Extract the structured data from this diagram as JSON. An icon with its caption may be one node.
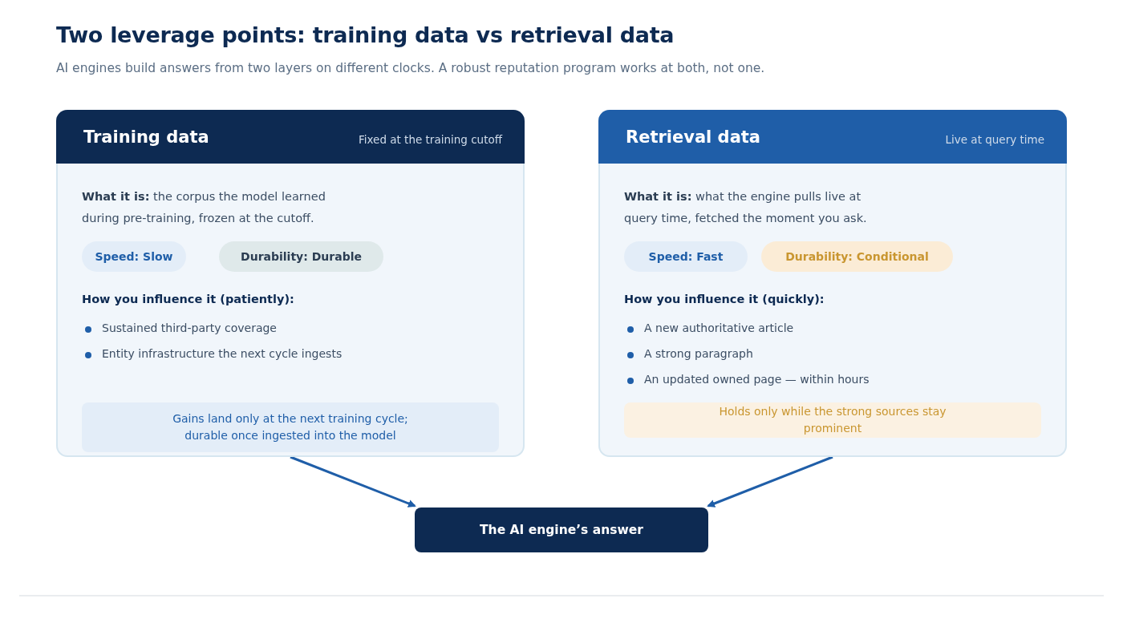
{
  "diagram": {
    "title": "Two leverage points: training data vs retrieval data",
    "caption": "AI engines build answers from two layers on different clocks. A robust reputation program works at both, not one.",
    "nodes": [
      {
        "text": [
          "Training data",
          "Fixed at the training cutoff",
          "**What it is:** the corpus the model learned during pre-training, frozen at the cutoff.",
          "How you influence it (patiently):",
          "Sustained third-party coverage",
          "Entity infrastructure the next cycle ingests"
        ]
      },
      {
        "text": [
          "Speed: Slow"
        ],
        "in": 0
      },
      {
        "text": [
          "Durability: Durable"
        ],
        "in": 0
      },
      {
        "text": [
          "Gains land only at the next training cycle; durable once ingested into the model"
        ],
        "in": 0
      },
      {
        "text": [
          "Retrieval data",
          "Live at query time",
          "**What it is:** what the engine pulls live at query time, fetched the moment you ask.",
          "How you influence it (quickly):",
          "A new authoritative article",
          "A strong paragraph",
          "An updated owned page — within hours"
        ]
      },
      {
        "text": [
          "Speed: Fast"
        ],
        "in": 4
      },
      {
        "text": [
          "Durability: Conditional"
        ],
        "in": 4
      },
      {
        "text": [
          "Holds only while the strong sources stay prominent"
        ],
        "in": 4
      },
      {
        "text": [
          "The AI engine’s answer"
        ]
      }
    ],
    "edges": [
      {
        "from": 0,
        "to": 8,
        "arrow": "to"
      },
      {
        "from": 4,
        "to": 8,
        "arrow": "to"
      }
    ]
  }
}
